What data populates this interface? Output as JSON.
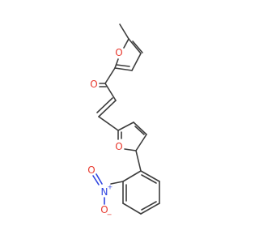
{
  "molecule": {
    "colors": {
      "carbon_bond": "#3c3c3c",
      "oxygen": "#e8392e",
      "nitrogen": "#2f45e0",
      "background": "#ffffff"
    },
    "atom_labels": {
      "furan1_oxygen": "O",
      "carbonyl_oxygen": "O",
      "furan2_oxygen": "O",
      "nitro_nitrogen": "N",
      "nitro_oxygen_1": "O",
      "nitro_oxygen_2": "O"
    },
    "charges": {
      "nitro_nitrogen": "+",
      "nitro_oxygen_2": "−"
    }
  }
}
